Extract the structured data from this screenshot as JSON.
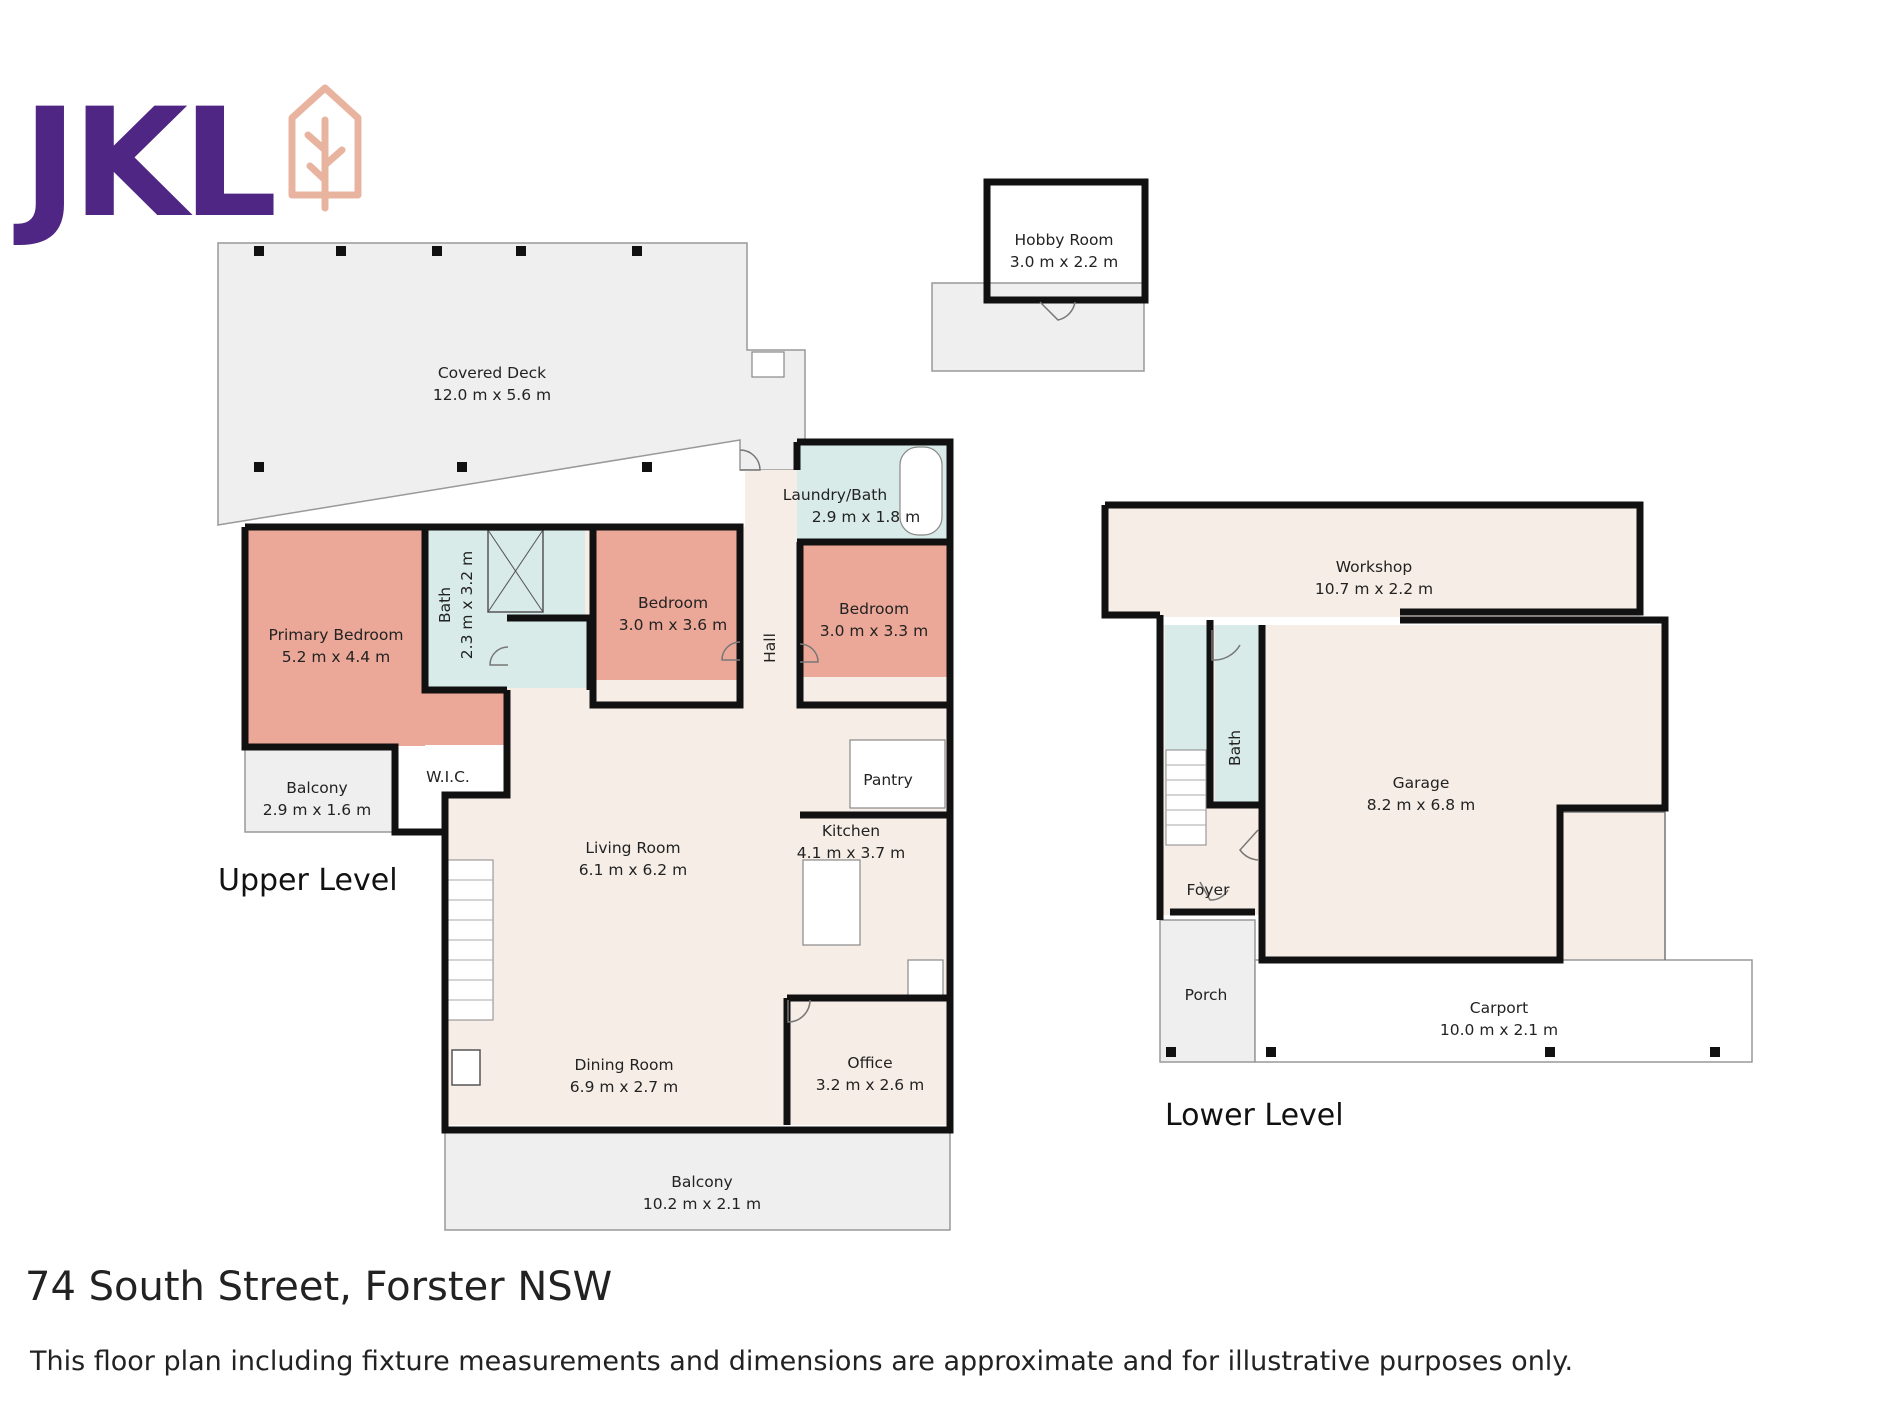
{
  "brand": {
    "logo_text": "JKL",
    "logo_color": "#4f2683",
    "accent_color": "#e8b4a0"
  },
  "colors": {
    "bedroom": "#eba898",
    "wet_area": "#d8ebe8",
    "interior": "#f6ede6",
    "exterior": "#efefef",
    "wall": "#111111"
  },
  "upper_level": {
    "label": "Upper Level",
    "rooms": {
      "covered_deck": {
        "name": "Covered Deck",
        "dims": "12.0 m x 5.6 m"
      },
      "laundry_bath": {
        "name": "Laundry/Bath",
        "dims": "2.9 m x 1.8 m"
      },
      "primary_bedroom": {
        "name": "Primary Bedroom",
        "dims": "5.2 m x 4.4 m"
      },
      "bath": {
        "name": "Bath",
        "dims": "2.3 m x 3.2 m"
      },
      "bedroom_a": {
        "name": "Bedroom",
        "dims": "3.0 m x 3.6 m"
      },
      "hall": {
        "name": "Hall"
      },
      "bedroom_b": {
        "name": "Bedroom",
        "dims": "3.0 m x 3.3 m"
      },
      "balcony_small": {
        "name": "Balcony",
        "dims": "2.9 m x 1.6 m"
      },
      "wic": {
        "name": "W.I.C."
      },
      "pantry": {
        "name": "Pantry"
      },
      "living_room": {
        "name": "Living Room",
        "dims": "6.1 m x 6.2 m"
      },
      "kitchen": {
        "name": "Kitchen",
        "dims": "4.1 m x 3.7 m"
      },
      "dining_room": {
        "name": "Dining Room",
        "dims": "6.9 m x 2.7 m"
      },
      "office": {
        "name": "Office",
        "dims": "3.2 m x 2.6 m"
      },
      "balcony_large": {
        "name": "Balcony",
        "dims": "10.2 m x 2.1 m"
      }
    }
  },
  "hobby_room": {
    "name": "Hobby Room",
    "dims": "3.0 m x 2.2 m"
  },
  "lower_level": {
    "label": "Lower Level",
    "rooms": {
      "workshop": {
        "name": "Workshop",
        "dims": "10.7 m x 2.2 m"
      },
      "bath": {
        "name": "Bath"
      },
      "garage": {
        "name": "Garage",
        "dims": "8.2 m x 6.8 m"
      },
      "foyer": {
        "name": "Foyer"
      },
      "porch": {
        "name": "Porch"
      },
      "carport": {
        "name": "Carport",
        "dims": "10.0 m x 2.1 m"
      }
    }
  },
  "address": "74 South Street, Forster NSW",
  "disclaimer": "This floor plan including fixture measurements and dimensions are approximate and for illustrative purposes only."
}
